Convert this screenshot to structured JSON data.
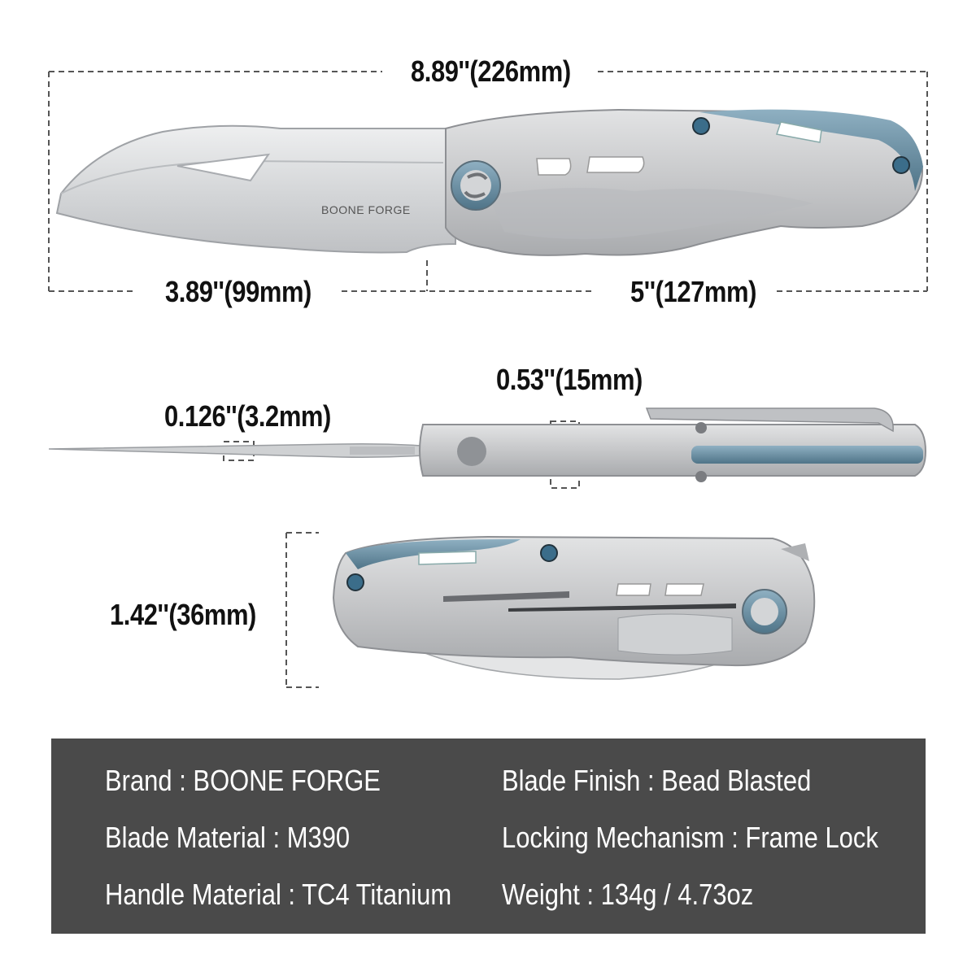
{
  "dimensions": {
    "overall_length": "8.89''(226mm)",
    "blade_length": "3.89''(99mm)",
    "handle_length": "5''(127mm)",
    "handle_thickness": "0.53''(15mm)",
    "blade_thickness": "0.126''(3.2mm)",
    "handle_width": "1.42''(36mm)"
  },
  "blade_engraving": "BOONE FORGE",
  "specs": {
    "brand": "Brand : BOONE FORGE",
    "blade_material": "Blade Material : M390",
    "handle_material": "Handle Material : TC4 Titanium",
    "blade_finish": "Blade Finish : Bead Blasted",
    "locking_mechanism": "Locking Mechanism : Frame Lock",
    "weight": "Weight : 134g / 4.73oz"
  },
  "colors": {
    "panel": "#4a4a4a",
    "titanium": "#c9cacb",
    "blade": "#d8d9db",
    "accent_blue": "#6b8fa3"
  }
}
